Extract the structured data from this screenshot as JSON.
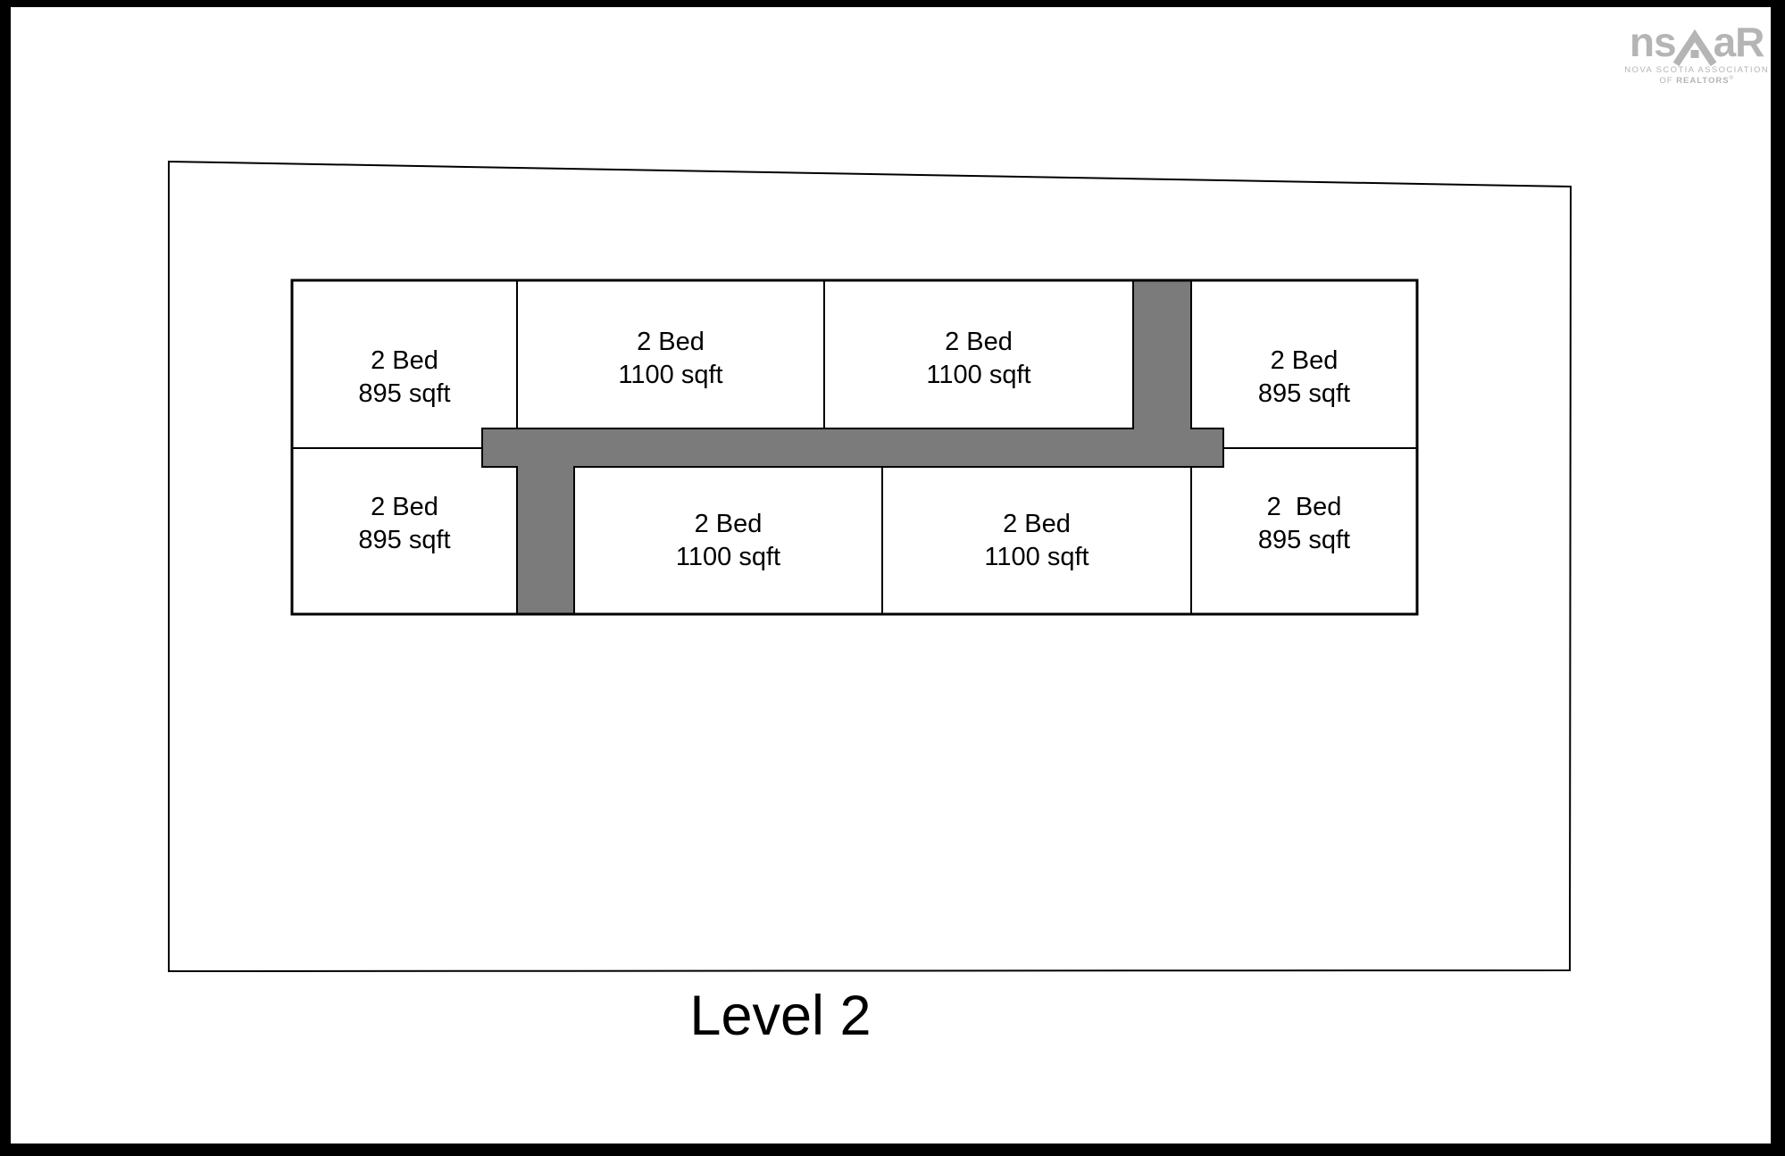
{
  "page": {
    "background": "#ffffff",
    "frame_color": "#000000"
  },
  "logo": {
    "mark_left": "ns",
    "mark_right": "aR",
    "caption_line1": "NOVA SCOTIA ASSOCIATION",
    "caption_of": "OF ",
    "caption_realtors": "REALTORS",
    "caption_reg": "®",
    "color": "#b5b5b5"
  },
  "floor_plan": {
    "title": "Level 2",
    "corridor_color": "#7b7b7b",
    "line_color": "#000000",
    "units": [
      {
        "position": "top-left",
        "name": "2 Bed",
        "area": "895 sqft"
      },
      {
        "position": "top-center-left",
        "name": "2 Bed",
        "area": "1100 sqft"
      },
      {
        "position": "top-center-right",
        "name": "2 Bed",
        "area": "1100 sqft"
      },
      {
        "position": "top-right",
        "name": "2 Bed",
        "area": "895 sqft"
      },
      {
        "position": "bottom-left",
        "name": "2 Bed",
        "area": "895 sqft"
      },
      {
        "position": "bottom-center-left",
        "name": "2 Bed",
        "area": "1100 sqft"
      },
      {
        "position": "bottom-center-right",
        "name": "2 Bed",
        "area": "1100 sqft"
      },
      {
        "position": "bottom-right",
        "name": "2  Bed",
        "area": "895 sqft"
      }
    ]
  }
}
